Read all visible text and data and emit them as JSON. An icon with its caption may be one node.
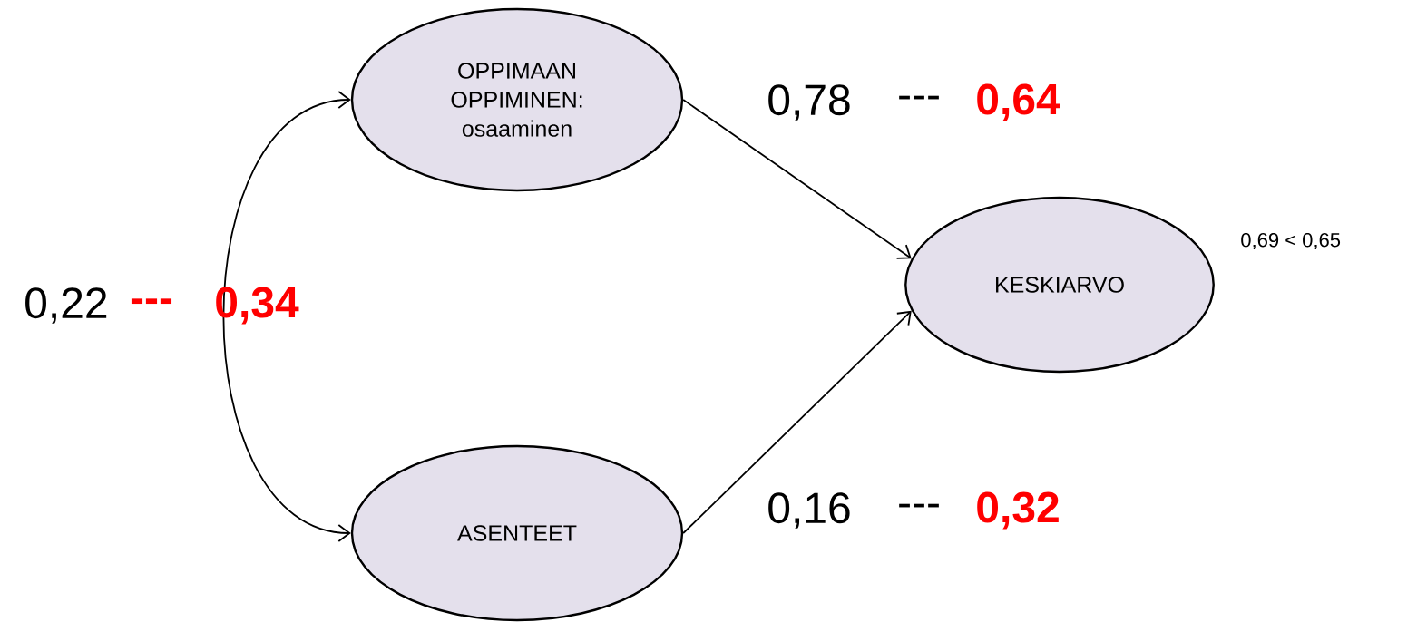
{
  "diagram": {
    "nodes": [
      {
        "text": [
          "OPPIMAAN OPPIMINEN: osaaminen"
        ]
      },
      {
        "text": [
          "ASENTEET"
        ]
      },
      {
        "text": [
          "KESKIARVO"
        ],
        "beside": [
          "0,69 < 0,65"
        ]
      }
    ],
    "edges": [
      {
        "from": 0,
        "to": 1,
        "arrow": "both"
      },
      {
        "from": 0,
        "to": 2,
        "arrow": "to"
      },
      {
        "from": 1,
        "to": 2,
        "arrow": "to"
      }
    ],
    "labels": [
      "0,22",
      "---",
      "0,34",
      "0,78",
      "---",
      "0,64",
      "0,16",
      "---",
      "0,32"
    ]
  }
}
